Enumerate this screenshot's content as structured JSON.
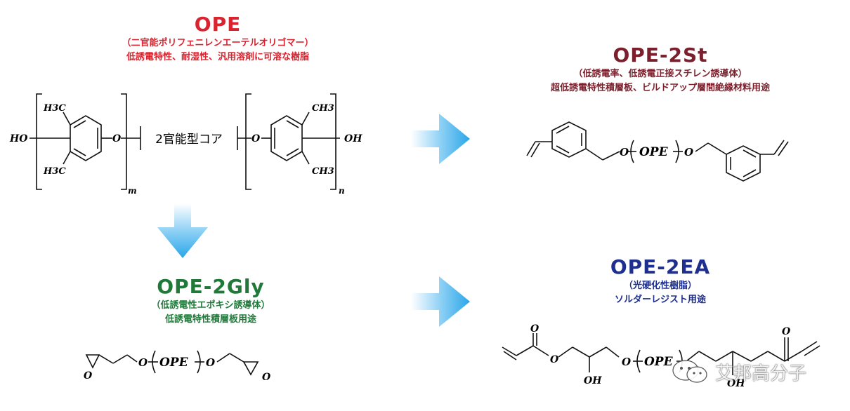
{
  "ope": {
    "title": "OPE",
    "subtitle1": "（二官能ポリフェニレンエーテルオリゴマー）",
    "subtitle2": "低誘電特性、耐湿性、汎用溶剤に可溶な樹脂",
    "title_color": "#d9232e",
    "subtitle_color": "#d9232e",
    "structure": {
      "core_label": "2官能型コア",
      "ho": "HO",
      "oh": "OH",
      "h3c_top": "H3C",
      "h3c_bottom": "H3C",
      "ch3_top": "CH3",
      "ch3_bottom": "CH3",
      "o_left": "O",
      "o_right": "O",
      "sub_m": "m",
      "sub_n": "n"
    }
  },
  "ope_2st": {
    "title": "OPE-2St",
    "subtitle1": "（低誘電率、低誘電正接スチレン誘導体）",
    "subtitle2": "超低誘電特性積層板、ビルドアップ層間絶縁材料用途",
    "title_color": "#7a1f2b",
    "subtitle_color": "#7a1f2b",
    "structure": {
      "o1": "O",
      "ope": "OPE",
      "o2": "O"
    }
  },
  "ope_2gly": {
    "title": "OPE-2Gly",
    "subtitle1": "（低誘電性エポキシ誘導体）",
    "subtitle2": "低誘電特性積層板用途",
    "title_color": "#1f7a3a",
    "subtitle_color": "#1f7a3a",
    "structure": {
      "o_epoxy1": "O",
      "o1": "O",
      "ope": "OPE",
      "o2": "O",
      "o_epoxy2": "O"
    }
  },
  "ope_2ea": {
    "title": "OPE-2EA",
    "subtitle1": "（光硬化性樹脂）",
    "subtitle2": "ソルダーレジスト用途",
    "title_color": "#1e2f8f",
    "subtitle_color": "#1e2f8f",
    "structure": {
      "o_carbonyl_left": "O",
      "o_ester_left": "O",
      "oh_left": "OH",
      "o1": "O",
      "ope": "OPE",
      "oh_right": "OH",
      "o_carbonyl_right": "O"
    }
  },
  "watermark": {
    "text": "艾邦高分子"
  },
  "arrow_color": "#2aa6e8"
}
